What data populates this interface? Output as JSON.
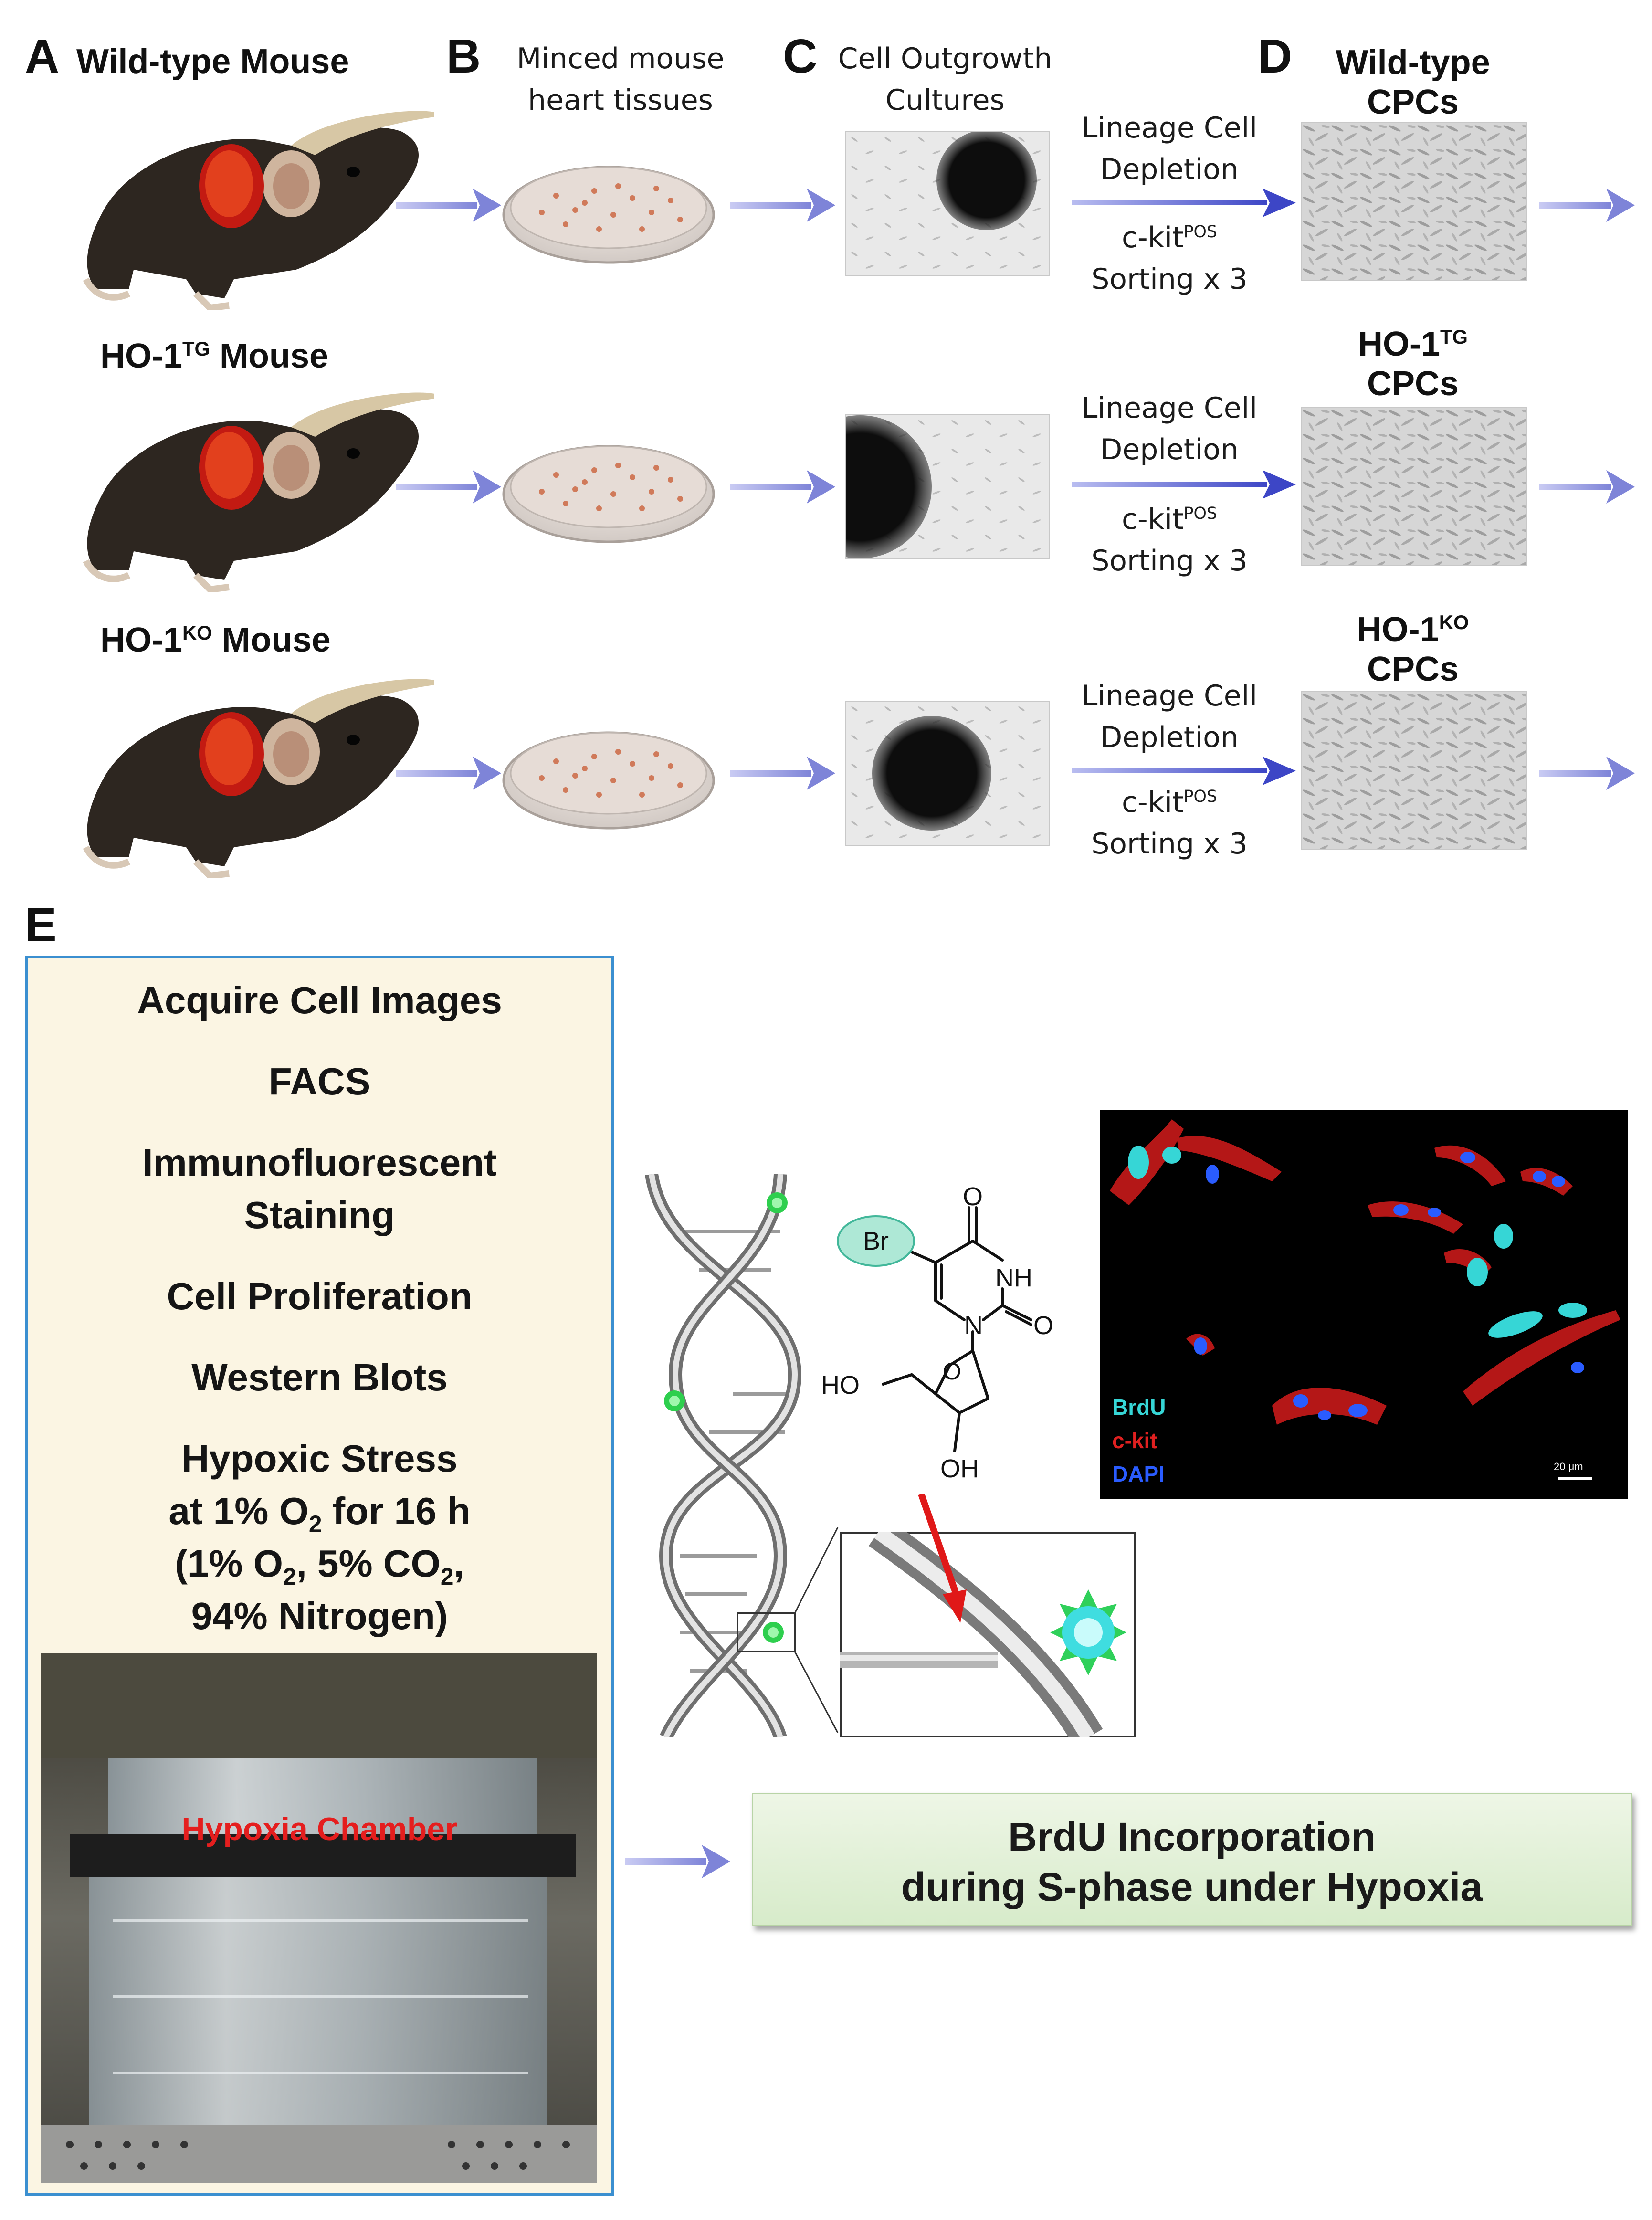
{
  "panels": {
    "A": "A",
    "B": "B",
    "C": "C",
    "D": "D",
    "E": "E"
  },
  "rows": [
    {
      "mouse_title": "Wild-type Mouse",
      "mouse_prefix": "",
      "mouse_sup": "",
      "mouse_suffix": "",
      "cpc_line1": "Wild-type",
      "cpc_prefix": "",
      "cpc_sup": "",
      "cpc_line2": "CPCs"
    },
    {
      "mouse_title": "",
      "mouse_prefix": "HO-1",
      "mouse_sup": "TG",
      "mouse_suffix": " Mouse",
      "cpc_line1": "",
      "cpc_prefix": "HO-1",
      "cpc_sup": "TG",
      "cpc_line2": "CPCs"
    },
    {
      "mouse_title": "",
      "mouse_prefix": "HO-1",
      "mouse_sup": "KO",
      "mouse_suffix": " Mouse",
      "cpc_line1": "",
      "cpc_prefix": "HO-1",
      "cpc_sup": "KO",
      "cpc_line2": "CPCs"
    }
  ],
  "column_headers": {
    "B": [
      "Minced mouse",
      "heart tissues"
    ],
    "C": [
      "Cell Outgrowth",
      "Cultures"
    ]
  },
  "step": {
    "lineage1": "Lineage Cell",
    "lineage2": "Depletion",
    "ckit": "c-kit",
    "ckit_sup": "POS",
    "sorting": "Sorting x 3"
  },
  "procedures": {
    "items": [
      "Acquire Cell Images",
      "FACS",
      "Immunofluorescent",
      "Staining",
      "Cell Proliferation",
      "Western Blots",
      "Hypoxic Stress"
    ],
    "hypoxia_line2_pre": "at 1% O",
    "hypoxia_line2_sub": "2",
    "hypoxia_line2_post": " for 16 h",
    "hypoxia_line3_pre": "(1% O",
    "hypoxia_line3_sub1": "2",
    "hypoxia_line3_mid": ", 5% CO",
    "hypoxia_line3_sub2": "2",
    "hypoxia_line3_post": ",",
    "hypoxia_line4": "94% Nitrogen)",
    "chamber_label": "Hypoxia Chamber"
  },
  "molecule": {
    "Br": "Br",
    "O_top": "O",
    "NH": "NH",
    "O_right": "O",
    "N": "N",
    "HO": "HO",
    "O_ring": "O",
    "OH": "OH"
  },
  "fluorescence": {
    "legend": [
      "BrdU",
      "c-kit",
      "DAPI"
    ],
    "legend_colors": [
      "#36d6d6",
      "#e02020",
      "#2a5cff"
    ],
    "scale_bar": "20 μm"
  },
  "banner": {
    "line1": "BrdU Incorporation",
    "line2": "during S-phase under Hypoxia"
  },
  "colors": {
    "arrow": "#8a8fdc",
    "box_border": "#3b8fd0",
    "box_fill": "#fbf5e3",
    "chamber_label": "#e51e1e",
    "banner_fill": "#d7ebca"
  }
}
